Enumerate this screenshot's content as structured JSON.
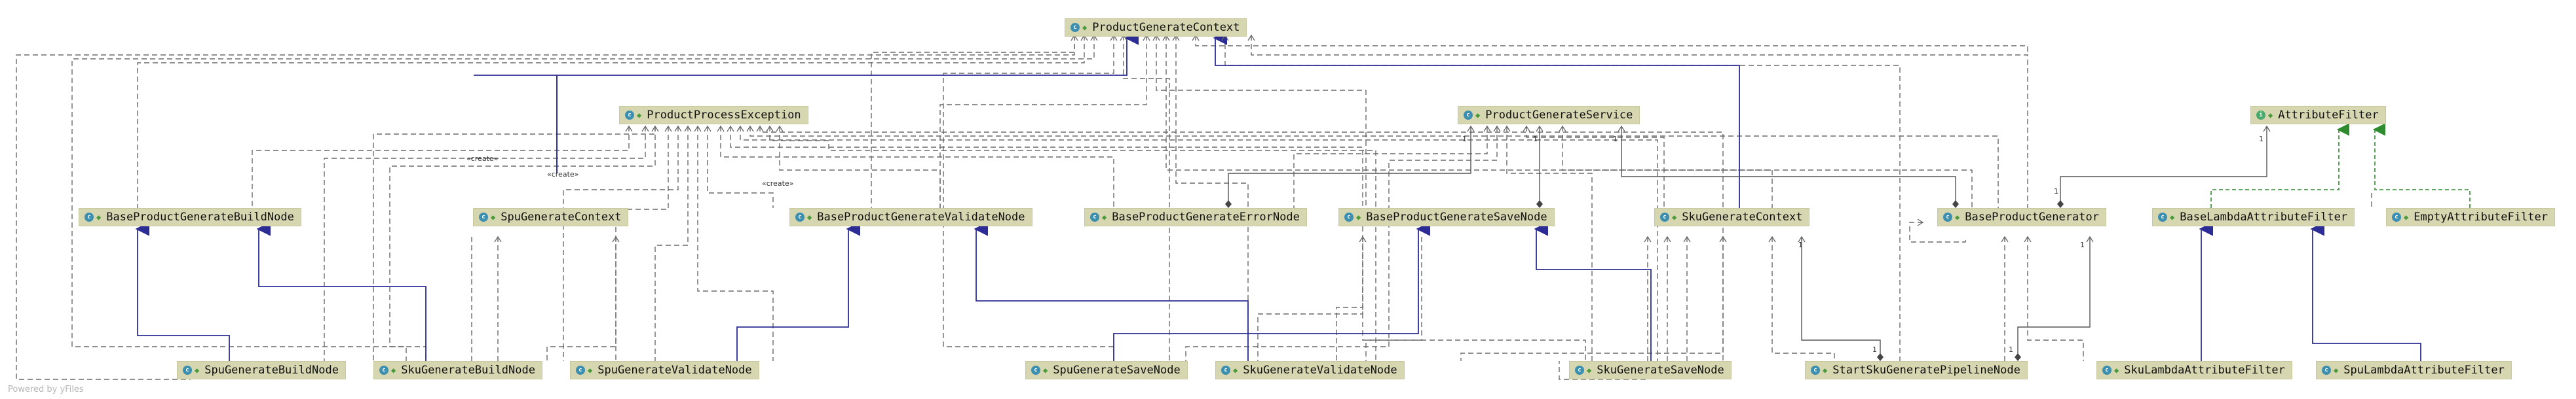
{
  "nodes": {
    "productGenerateContext": "ProductGenerateContext",
    "productProcessException": "ProductProcessException",
    "productGenerateService": "ProductGenerateService",
    "attributeFilter": "AttributeFilter",
    "baseProductGenerateBuildNode": "BaseProductGenerateBuildNode",
    "spuGenerateContext": "SpuGenerateContext",
    "baseProductGenerateValidateNode": "BaseProductGenerateValidateNode",
    "baseProductGenerateErrorNode": "BaseProductGenerateErrorNode",
    "baseProductGenerateSaveNode": "BaseProductGenerateSaveNode",
    "skuGenerateContext": "SkuGenerateContext",
    "baseProductGenerator": "BaseProductGenerator",
    "baseLambdaAttributeFilter": "BaseLambdaAttributeFilter",
    "emptyAttributeFilter": "EmptyAttributeFilter",
    "spuGenerateBuildNode": "SpuGenerateBuildNode",
    "skuGenerateBuildNode": "SkuGenerateBuildNode",
    "spuGenerateValidateNode": "SpuGenerateValidateNode",
    "spuGenerateSaveNode": "SpuGenerateSaveNode",
    "skuGenerateValidateNode": "SkuGenerateValidateNode",
    "skuGenerateSaveNode": "SkuGenerateSaveNode",
    "startSkuGeneratePipelineNode": "StartSkuGeneratePipelineNode",
    "skuLambdaAttributeFilter": "SkuLambdaAttributeFilter",
    "spuLambdaAttributeFilter": "SpuLambdaAttributeFilter"
  },
  "icons": {
    "class": "class-icon",
    "interface": "interface-icon"
  },
  "edge_labels": {
    "creates": "«create»",
    "one": "1"
  },
  "colors": {
    "inheritance": "#2c2c96",
    "implementation": "#2e8b2e",
    "dependency": "#666666",
    "node_fill": "#d6d6b0"
  },
  "watermark": "Powered by yFiles"
}
